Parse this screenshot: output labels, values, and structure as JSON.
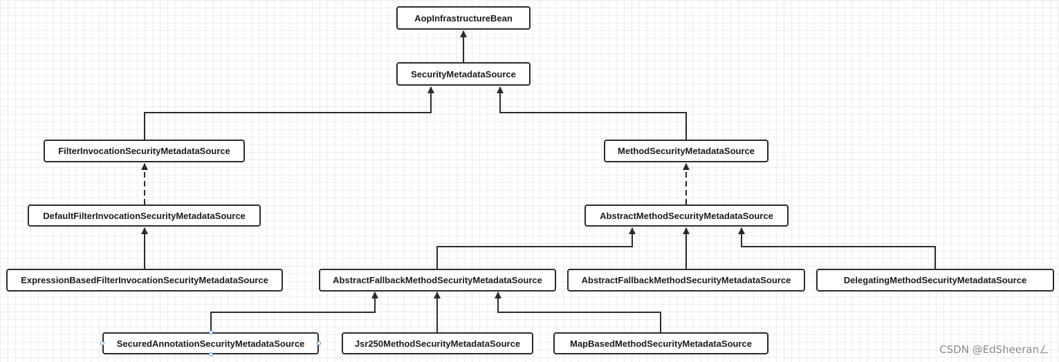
{
  "nodes": {
    "aop_infrastructure_bean": "AopInfrastructureBean",
    "security_metadata_source": "SecurityMetadataSource",
    "filter_invocation_smds": "FilterInvocationSecurityMetadataSource",
    "method_smds": "MethodSecurityMetadataSource",
    "default_filter_invocation_smds": "DefaultFilterInvocationSecurityMetadataSource",
    "abstract_method_smds": "AbstractMethodSecurityMetadataSource",
    "expression_based_filter_invocation_smds": "ExpressionBasedFilterInvocationSecurityMetadataSource",
    "abstract_fallback_method_smds_1": "AbstractFallbackMethodSecurityMetadataSource",
    "abstract_fallback_method_smds_2": "AbstractFallbackMethodSecurityMetadataSource",
    "delegating_method_smds": "DelegatingMethodSecurityMetadataSource",
    "secured_annotation_smds": "SecuredAnnotationSecurityMetadataSource",
    "jsr250_method_smds": "Jsr250MethodSecurityMetadataSource",
    "map_based_method_smds": "MapBasedMethodSecurityMetadataSource"
  },
  "watermark": "CSDN @EdSheeranㄥ"
}
